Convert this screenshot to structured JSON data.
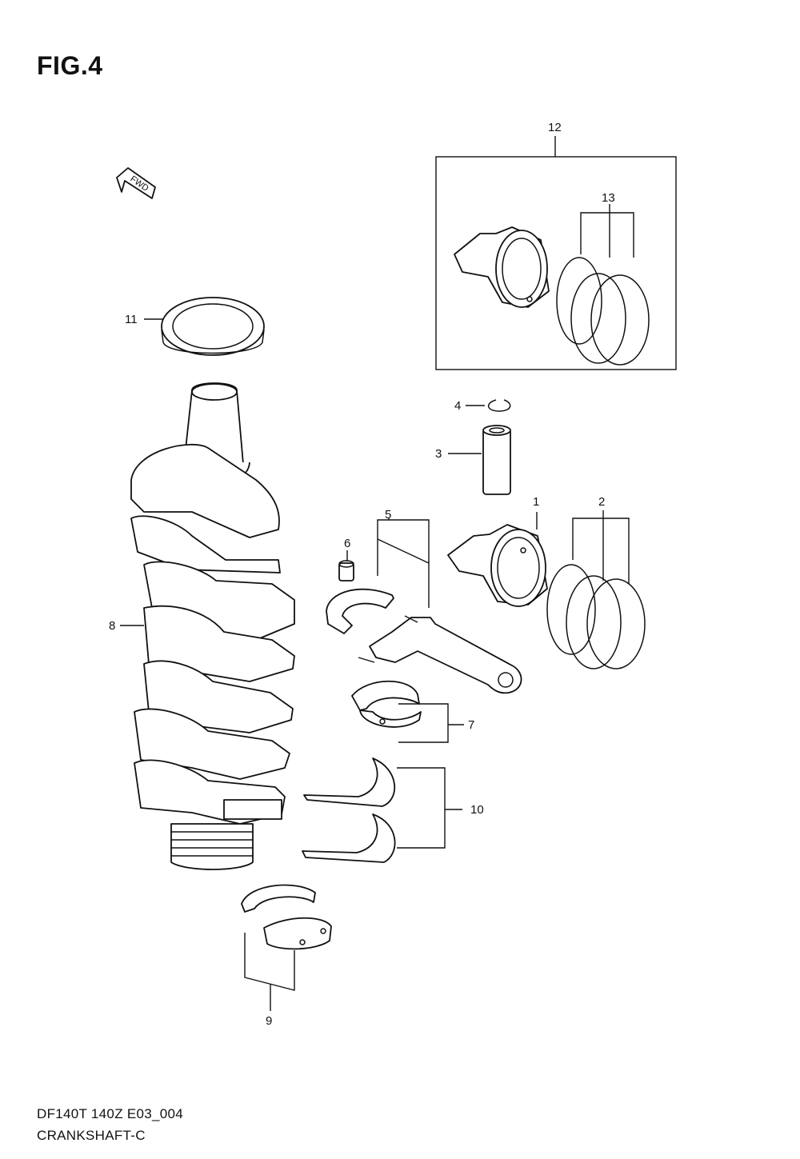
{
  "figure": {
    "title": "FIG.4",
    "code": "DF140T 140Z E03_004",
    "name": "CRANKSHAFT-C"
  },
  "fwd_arrow": {
    "label": "FWD"
  },
  "callouts": [
    {
      "id": "1",
      "text": "1"
    },
    {
      "id": "2",
      "text": "2"
    },
    {
      "id": "3",
      "text": "3"
    },
    {
      "id": "4",
      "text": "4"
    },
    {
      "id": "5",
      "text": "5"
    },
    {
      "id": "6",
      "text": "6"
    },
    {
      "id": "7",
      "text": "7"
    },
    {
      "id": "8",
      "text": "8"
    },
    {
      "id": "9",
      "text": "9"
    },
    {
      "id": "10",
      "text": "10"
    },
    {
      "id": "11",
      "text": "11"
    },
    {
      "id": "12",
      "text": "12"
    },
    {
      "id": "13",
      "text": "13"
    }
  ]
}
